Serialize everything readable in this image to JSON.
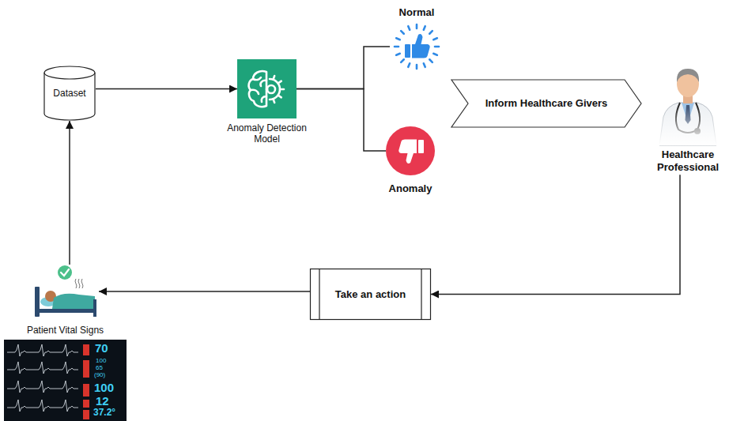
{
  "diagram": {
    "nodes": [
      {
        "text": [
          "Dataset"
        ]
      },
      {
        "text": [
          "Anomaly Detection Model"
        ]
      },
      {
        "text": [
          "Normal"
        ]
      },
      {
        "text": [
          "Anomaly"
        ]
      },
      {
        "text": [
          "Inform Healthcare Givers"
        ]
      },
      {
        "text": [
          "Healthcare Professional"
        ]
      },
      {
        "text": [
          "Take an action"
        ]
      },
      {
        "text": [
          "Patient Vital Signs"
        ]
      }
    ],
    "edges": [
      {
        "from": 7,
        "to": 0,
        "arrow": "to"
      },
      {
        "from": 0,
        "to": 1,
        "arrow": "to"
      },
      {
        "from": 1,
        "to": 2,
        "arrow": "none"
      },
      {
        "from": 1,
        "to": 3,
        "arrow": "none"
      },
      {
        "from": 5,
        "to": 6,
        "arrow": "to"
      },
      {
        "from": 6,
        "to": 7,
        "arrow": "to"
      }
    ],
    "labels": [
      "70",
      "100",
      "65",
      "(90)",
      "100",
      "12",
      "37.2°"
    ]
  }
}
